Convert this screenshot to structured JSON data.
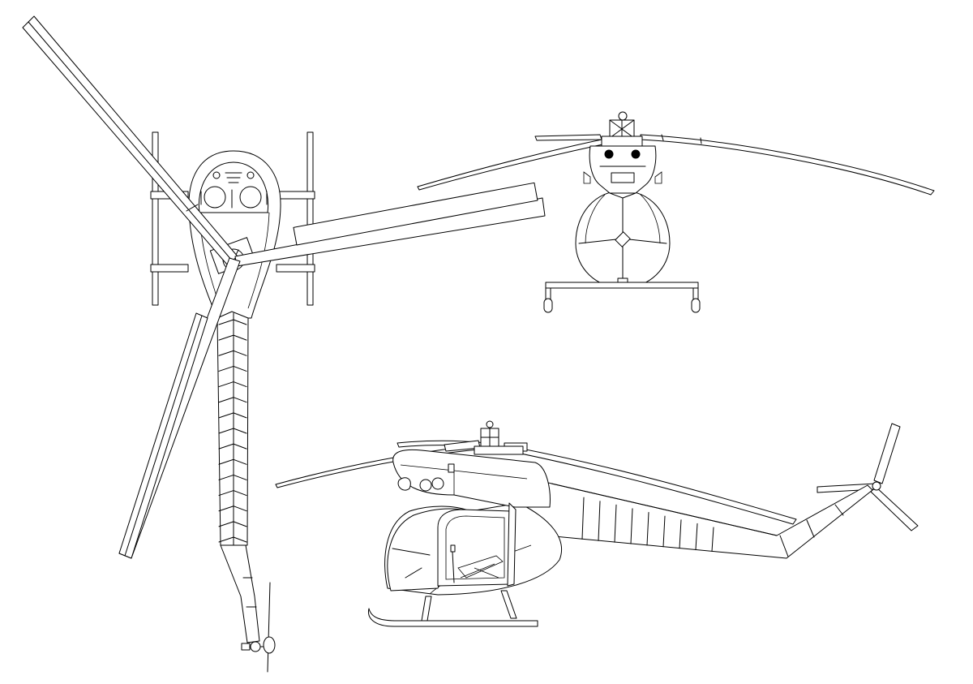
{
  "drawing": {
    "views": [
      {
        "id": "top",
        "view": "top"
      },
      {
        "id": "front",
        "view": "front"
      },
      {
        "id": "side",
        "view": "side"
      }
    ],
    "colors": {
      "line": "#000000",
      "background": "#ffffff"
    },
    "top_view": {
      "main_rotor_blades": 3,
      "tail_boom_segments": 14
    },
    "side_view": {
      "tail_rotor_blades": 3,
      "tail_boom_segments": 8
    }
  }
}
